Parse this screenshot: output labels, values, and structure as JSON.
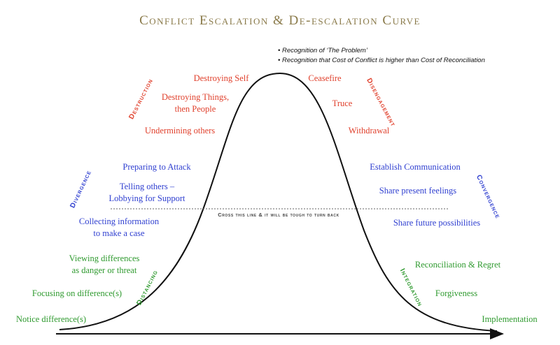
{
  "title": "Conflict Escalation & De-escalation Curve",
  "colors": {
    "title": "#8a7a4a",
    "destruction": "#e0402c",
    "divergence": "#2f3fd0",
    "distancing": "#2f9a2f",
    "curve": "#111111"
  },
  "notes": [
    "• Recognition of ‘The Problem’",
    "• Recognition that Cost of Conflict is higher than Cost of Reconciliation"
  ],
  "cross_line": "Cross this line & it will be tough to turn back",
  "phases": {
    "destruction": "Destruction",
    "disengagement": "Disengagement",
    "divergence": "Divergence",
    "convergence": "Convergence",
    "distancing": "Distancing",
    "integration": "Integration"
  },
  "escalation": {
    "destruction": [
      "Destroying Self",
      "Destroying Things,",
      "then People",
      "Undermining others"
    ],
    "divergence": [
      "Preparing to Attack",
      "Telling others –",
      "Lobbying for Support",
      "Collecting information",
      "to make a case"
    ],
    "distancing": [
      "Viewing differences",
      "as danger or threat",
      "Focusing on difference(s)",
      "Notice difference(s)"
    ]
  },
  "deescalation": {
    "disengagement": [
      "Ceasefire",
      "Truce",
      "Withdrawal"
    ],
    "convergence": [
      "Establish Communication",
      "Share present feelings",
      "Share future possibilities"
    ],
    "integration": [
      "Reconciliation & Regret",
      "Forgiveness",
      "Implementation"
    ]
  }
}
